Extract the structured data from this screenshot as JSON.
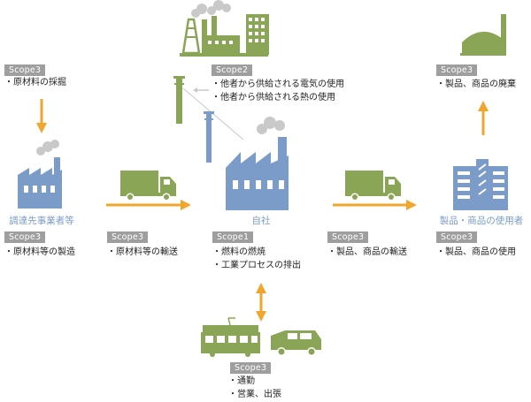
{
  "colors": {
    "green": "#8aa556",
    "blue": "#7b9cc9",
    "orange": "#f0a52c",
    "smoke": "#c9c9c9",
    "badge": "#9e9e9e"
  },
  "nodes": {
    "supplier": {
      "label": "調達先事業者等"
    },
    "company": {
      "label": "自社"
    },
    "users": {
      "label": "製品・商品の使用者"
    }
  },
  "blocks": {
    "top_left": {
      "scope": "Scope3",
      "items": [
        "・原材料の採掘"
      ]
    },
    "top_center": {
      "scope": "Scope2",
      "items": [
        "・他者から供給される電気の使用",
        "・他者から供給される熱の使用"
      ]
    },
    "top_right": {
      "scope": "Scope3",
      "items": [
        "・製品、商品の廃棄"
      ]
    },
    "supplier": {
      "scope": "Scope3",
      "items": [
        "・原材料等の製造"
      ]
    },
    "transport_in": {
      "scope": "Scope3",
      "items": [
        "・原材料等の輸送"
      ]
    },
    "company": {
      "scope": "Scope1",
      "items": [
        "・燃料の燃焼",
        "・工業プロセスの排出"
      ]
    },
    "transport_out": {
      "scope": "Scope3",
      "items": [
        "・製品、商品の輸送"
      ]
    },
    "users": {
      "scope": "Scope3",
      "items": [
        "・製品、商品の使用"
      ]
    },
    "commute": {
      "scope": "Scope3",
      "items": [
        "・通勤",
        "・営業、出張"
      ]
    }
  },
  "icons": {
    "supplier": "factory-icon",
    "company": "factory-icon",
    "power_plant": "power-plant-icon",
    "pylon": "transmission-tower-icon",
    "truck": "truck-icon",
    "train": "train-icon",
    "car": "car-icon",
    "building": "apartment-building-icon",
    "incinerator": "waste-facility-icon"
  }
}
